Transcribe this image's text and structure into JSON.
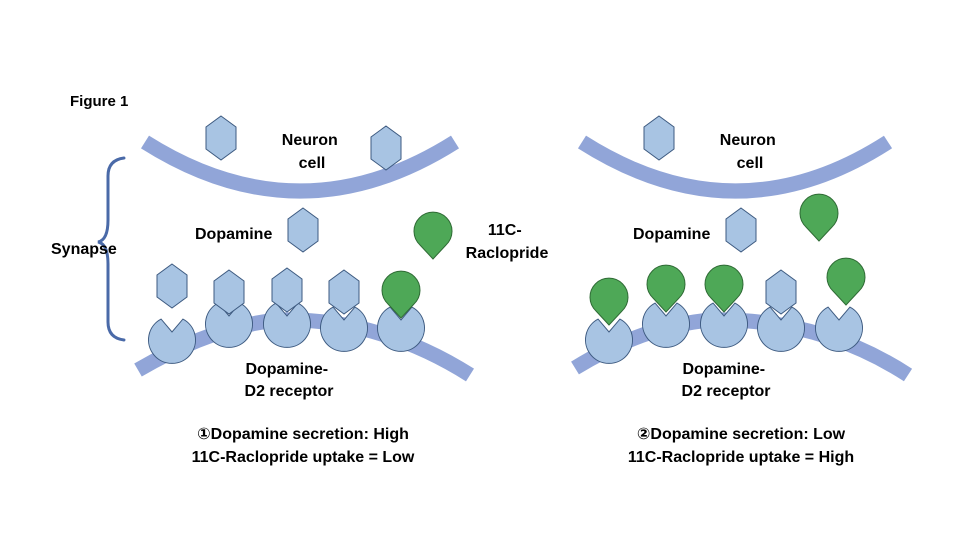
{
  "figure_label": "Figure 1",
  "synapse_label": "Synapse",
  "colors": {
    "membrane": "#91a5d8",
    "dopamine_fill": "#a8c4e3",
    "receptor_fill": "#a8c4e3",
    "raclopride_fill": "#4ea857",
    "outline": "#3d5a80",
    "bracket": "#4a6aa8"
  },
  "panels": [
    {
      "neuron_label": [
        "Neuron",
        "cell"
      ],
      "dopamine_label": "Dopamine",
      "raclopride_label": [
        "11C-",
        "Raclopride"
      ],
      "receptor_label": [
        "Dopamine-",
        "D2 receptor"
      ],
      "caption_line1": "①Dopamine secretion: High",
      "caption_line2": "11C-Raclopride uptake = Low"
    },
    {
      "neuron_label": [
        "Neuron",
        "cell"
      ],
      "dopamine_label": "Dopamine",
      "receptor_label": [
        "Dopamine-",
        "D2 receptor"
      ],
      "caption_line1": "②Dopamine secretion: Low",
      "caption_line2": "11C-Raclopride uptake = High"
    }
  ]
}
